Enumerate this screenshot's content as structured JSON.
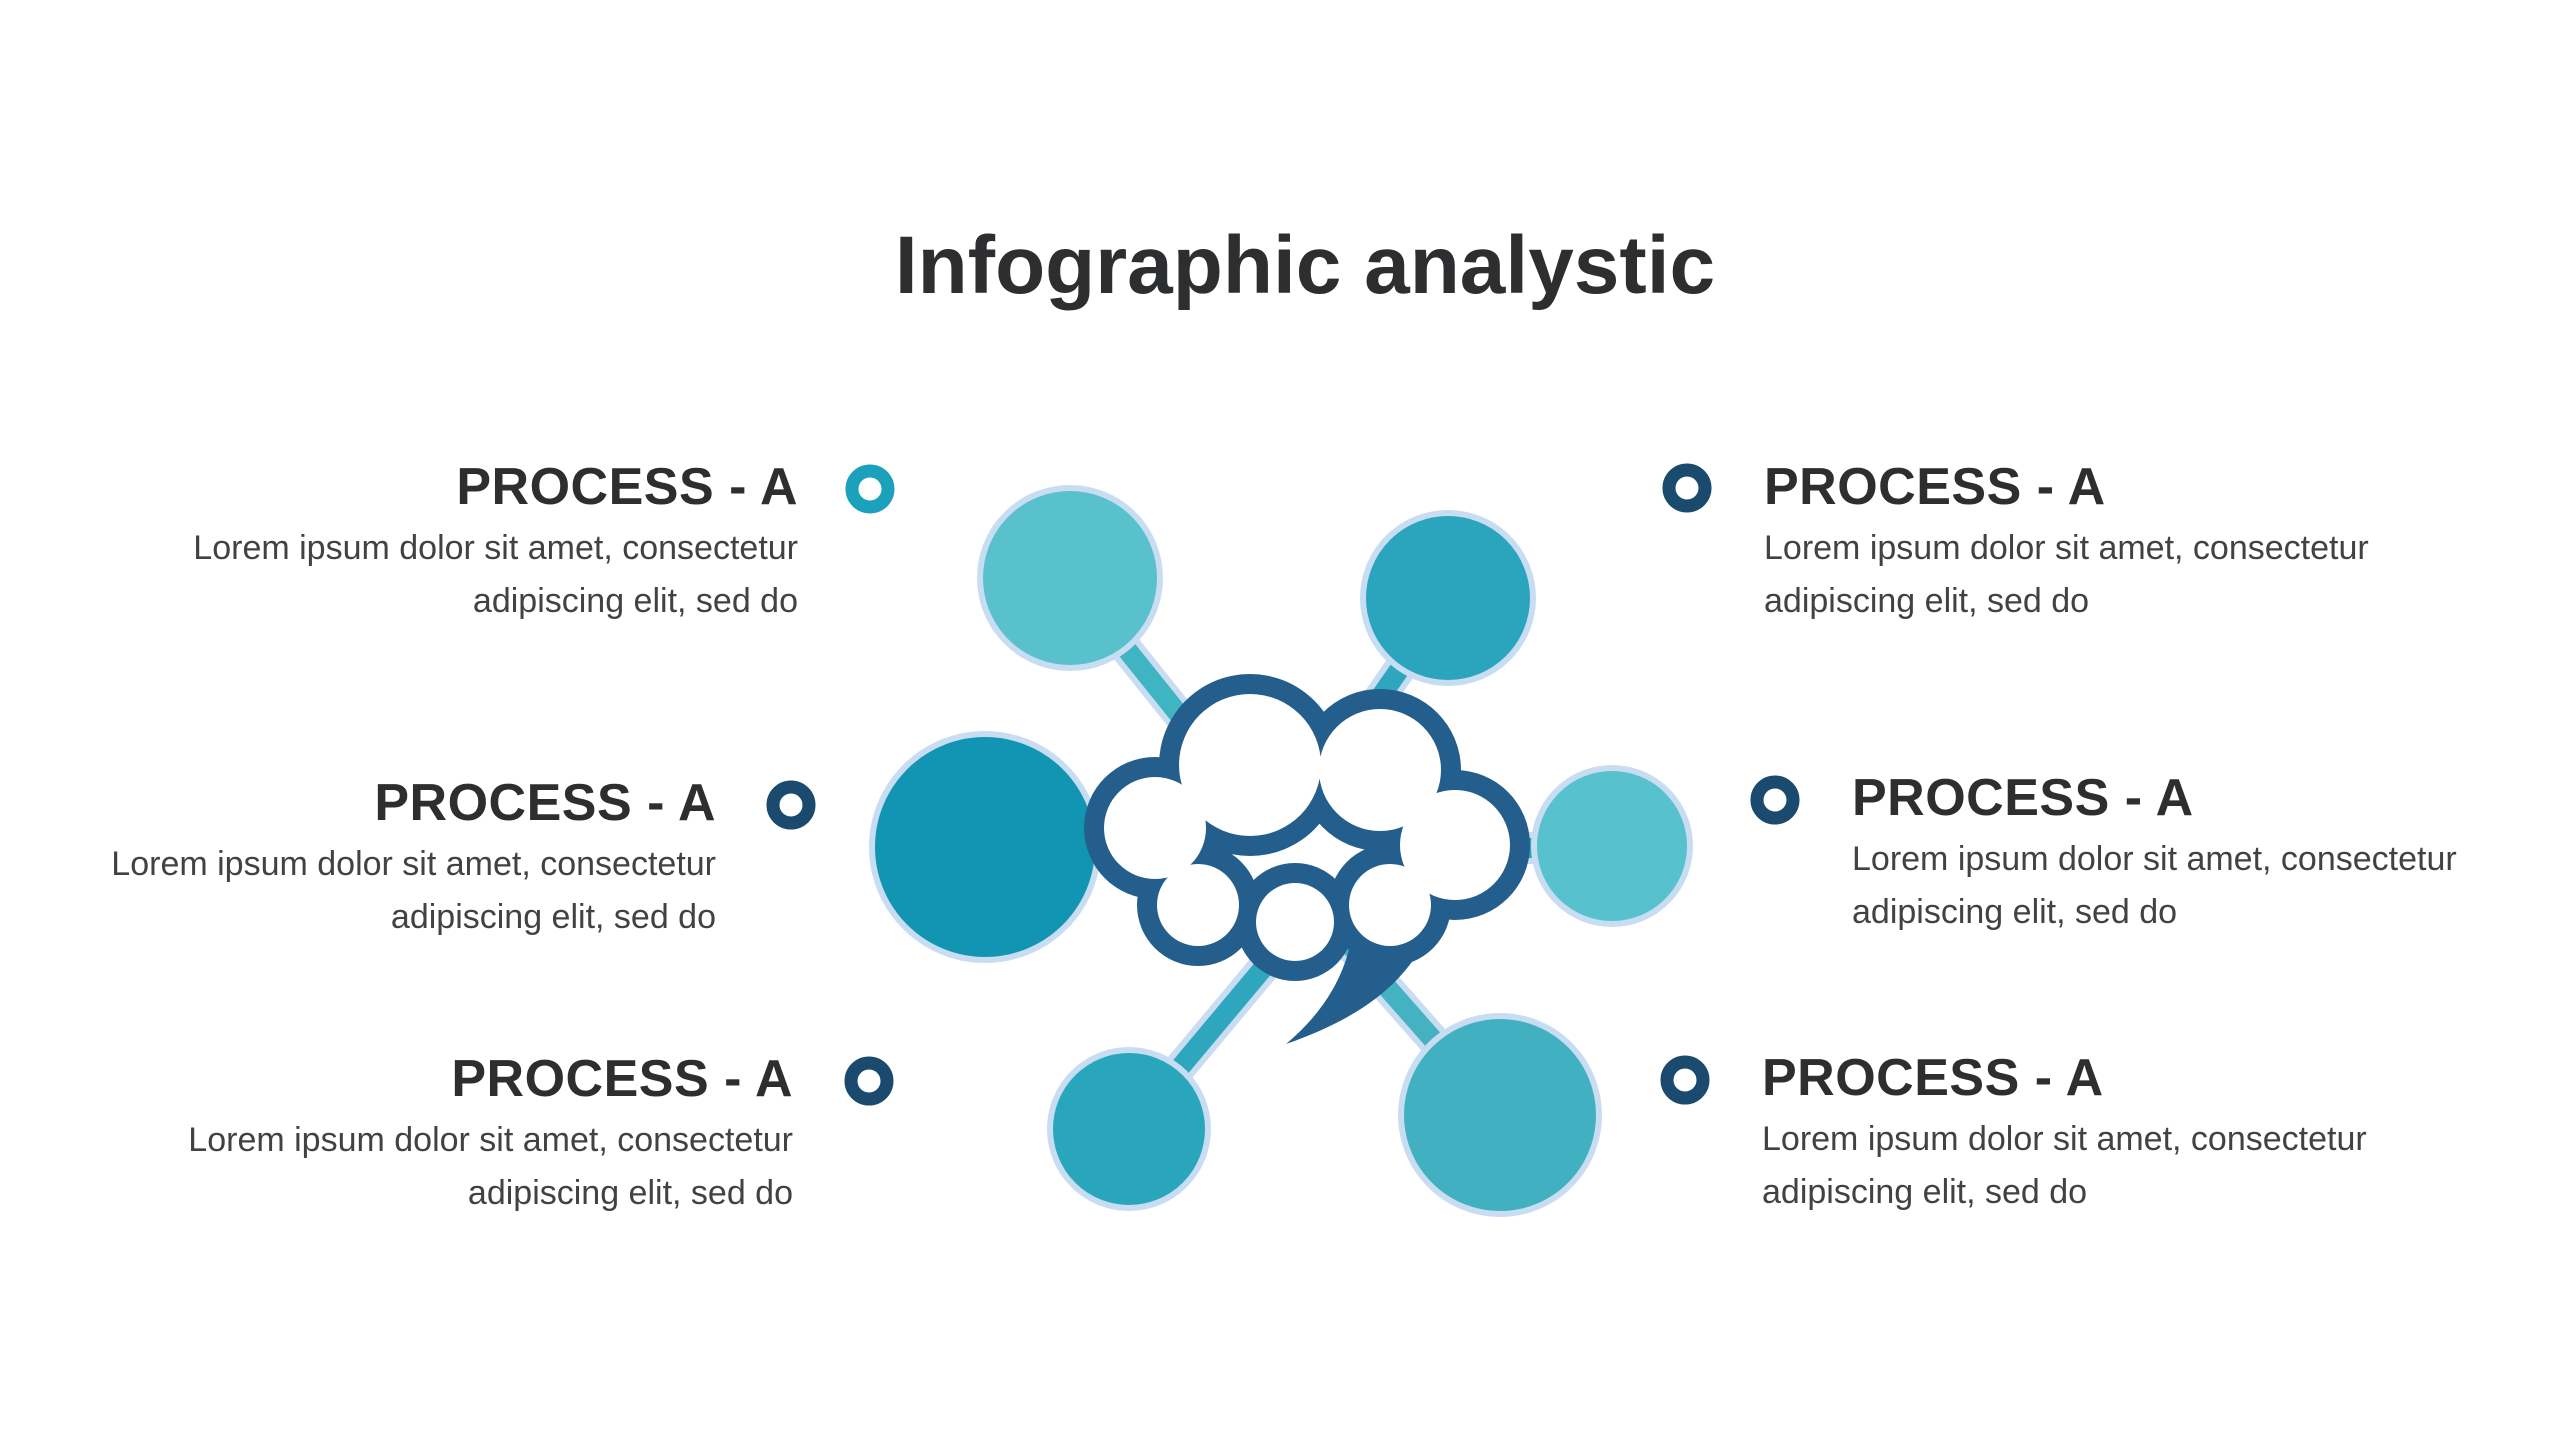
{
  "slide": {
    "title": "Infographic analystic",
    "background": "#ffffff"
  },
  "process_blocks": [
    {
      "position": "top-left",
      "heading": "PROCESS - A",
      "body_line_1": "Lorem ipsum dolor sit amet, consectetur",
      "body_line_2": "adipiscing elit, sed do",
      "marker_color": "#1ca1bc"
    },
    {
      "position": "top-right",
      "heading": "PROCESS - A",
      "body_line_1": "Lorem ipsum dolor sit amet, consectetur",
      "body_line_2": "adipiscing elit, sed do",
      "marker_color": "#1a4a6d"
    },
    {
      "position": "middle-left",
      "heading": "PROCESS - A",
      "body_line_1": "Lorem ipsum dolor sit amet, consectetur",
      "body_line_2": "adipiscing elit, sed do",
      "marker_color": "#1a4a6d"
    },
    {
      "position": "middle-right",
      "heading": "PROCESS - A",
      "body_line_1": "Lorem ipsum dolor sit amet, consectetur",
      "body_line_2": "adipiscing elit, sed do",
      "marker_color": "#1a4a6d"
    },
    {
      "position": "bottom-left",
      "heading": "PROCESS - A",
      "body_line_1": "Lorem ipsum dolor sit amet, consectetur",
      "body_line_2": "adipiscing elit, sed do",
      "marker_color": "#1a4a6d"
    },
    {
      "position": "bottom-right",
      "heading": "PROCESS - A",
      "body_line_1": "Lorem ipsum dolor sit amet, consectetur",
      "body_line_2": "adipiscing elit, sed do",
      "marker_color": "#1a4a6d"
    }
  ],
  "diagram": {
    "cloud_outline": "#235e8c",
    "cloud_fill": "#ffffff",
    "node_outline": "#c9ddf2",
    "stem_outline": "#c9ddf2",
    "nodes": [
      {
        "name": "node-top-left",
        "fill": "#58c1cc"
      },
      {
        "name": "node-top-right",
        "fill": "#2ba5bd"
      },
      {
        "name": "node-left",
        "fill": "#1295b3"
      },
      {
        "name": "node-right",
        "fill": "#57c1cd"
      },
      {
        "name": "node-bottom-left",
        "fill": "#2aa6bc"
      },
      {
        "name": "node-bottom-right",
        "fill": "#41b0c1"
      }
    ],
    "stems": [
      {
        "name": "stem-top-left",
        "color": "#3fb5c4"
      },
      {
        "name": "stem-top-right",
        "color": "#2ea7be"
      },
      {
        "name": "stem-right",
        "color": "#2ea7be"
      },
      {
        "name": "stem-bottom-left",
        "color": "#2ea7be"
      },
      {
        "name": "stem-bottom-right",
        "color": "#45b2c2"
      }
    ]
  },
  "text_colors": {
    "title": "#2d2e30",
    "heading": "#2e2e2e",
    "body": "#424242"
  }
}
